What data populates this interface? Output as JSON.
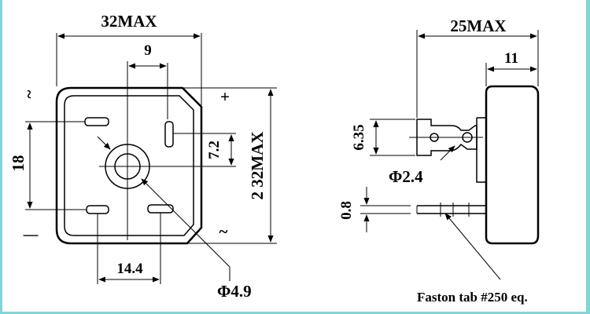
{
  "front_view": {
    "width_max": "32MAX",
    "height_max": "2 32MAX",
    "terminal_pitch_top": "9",
    "terminal_pitch_vertical": "18",
    "terminal_offset_right": "7.2",
    "terminal_pitch_bottom": "14.4",
    "hole_diameter": "Φ4.9",
    "mark_ac_top": "~",
    "mark_ac_bottom": "~",
    "mark_plus": "+",
    "mark_minus": "|"
  },
  "side_view": {
    "depth_max": "25MAX",
    "body_depth": "11",
    "tab_width": "6.35",
    "tab_hole_diameter": "Φ2.4",
    "tab_thickness": "0.8",
    "faston_note": "Faston tab #250 eq."
  },
  "colors": {
    "lines": "#000000",
    "background": "#ffffff",
    "frame_accent": "#7fd6d6"
  }
}
